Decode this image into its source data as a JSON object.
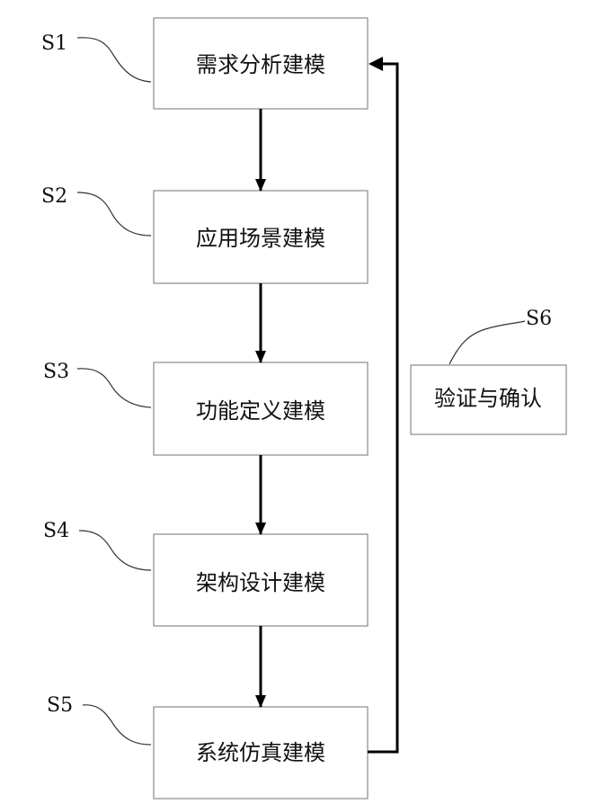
{
  "steps": [
    {
      "id": "S1",
      "label": "需求分析建模"
    },
    {
      "id": "S2",
      "label": "应用场景建模"
    },
    {
      "id": "S3",
      "label": "功能定义建模"
    },
    {
      "id": "S4",
      "label": "架构设计建模"
    },
    {
      "id": "S5",
      "label": "系统仿真建模"
    }
  ],
  "verification": {
    "id": "S6",
    "label": "验证与确认"
  },
  "colors": {
    "line": "#000000",
    "box_border": "#8a8a8a",
    "text": "#111111"
  }
}
